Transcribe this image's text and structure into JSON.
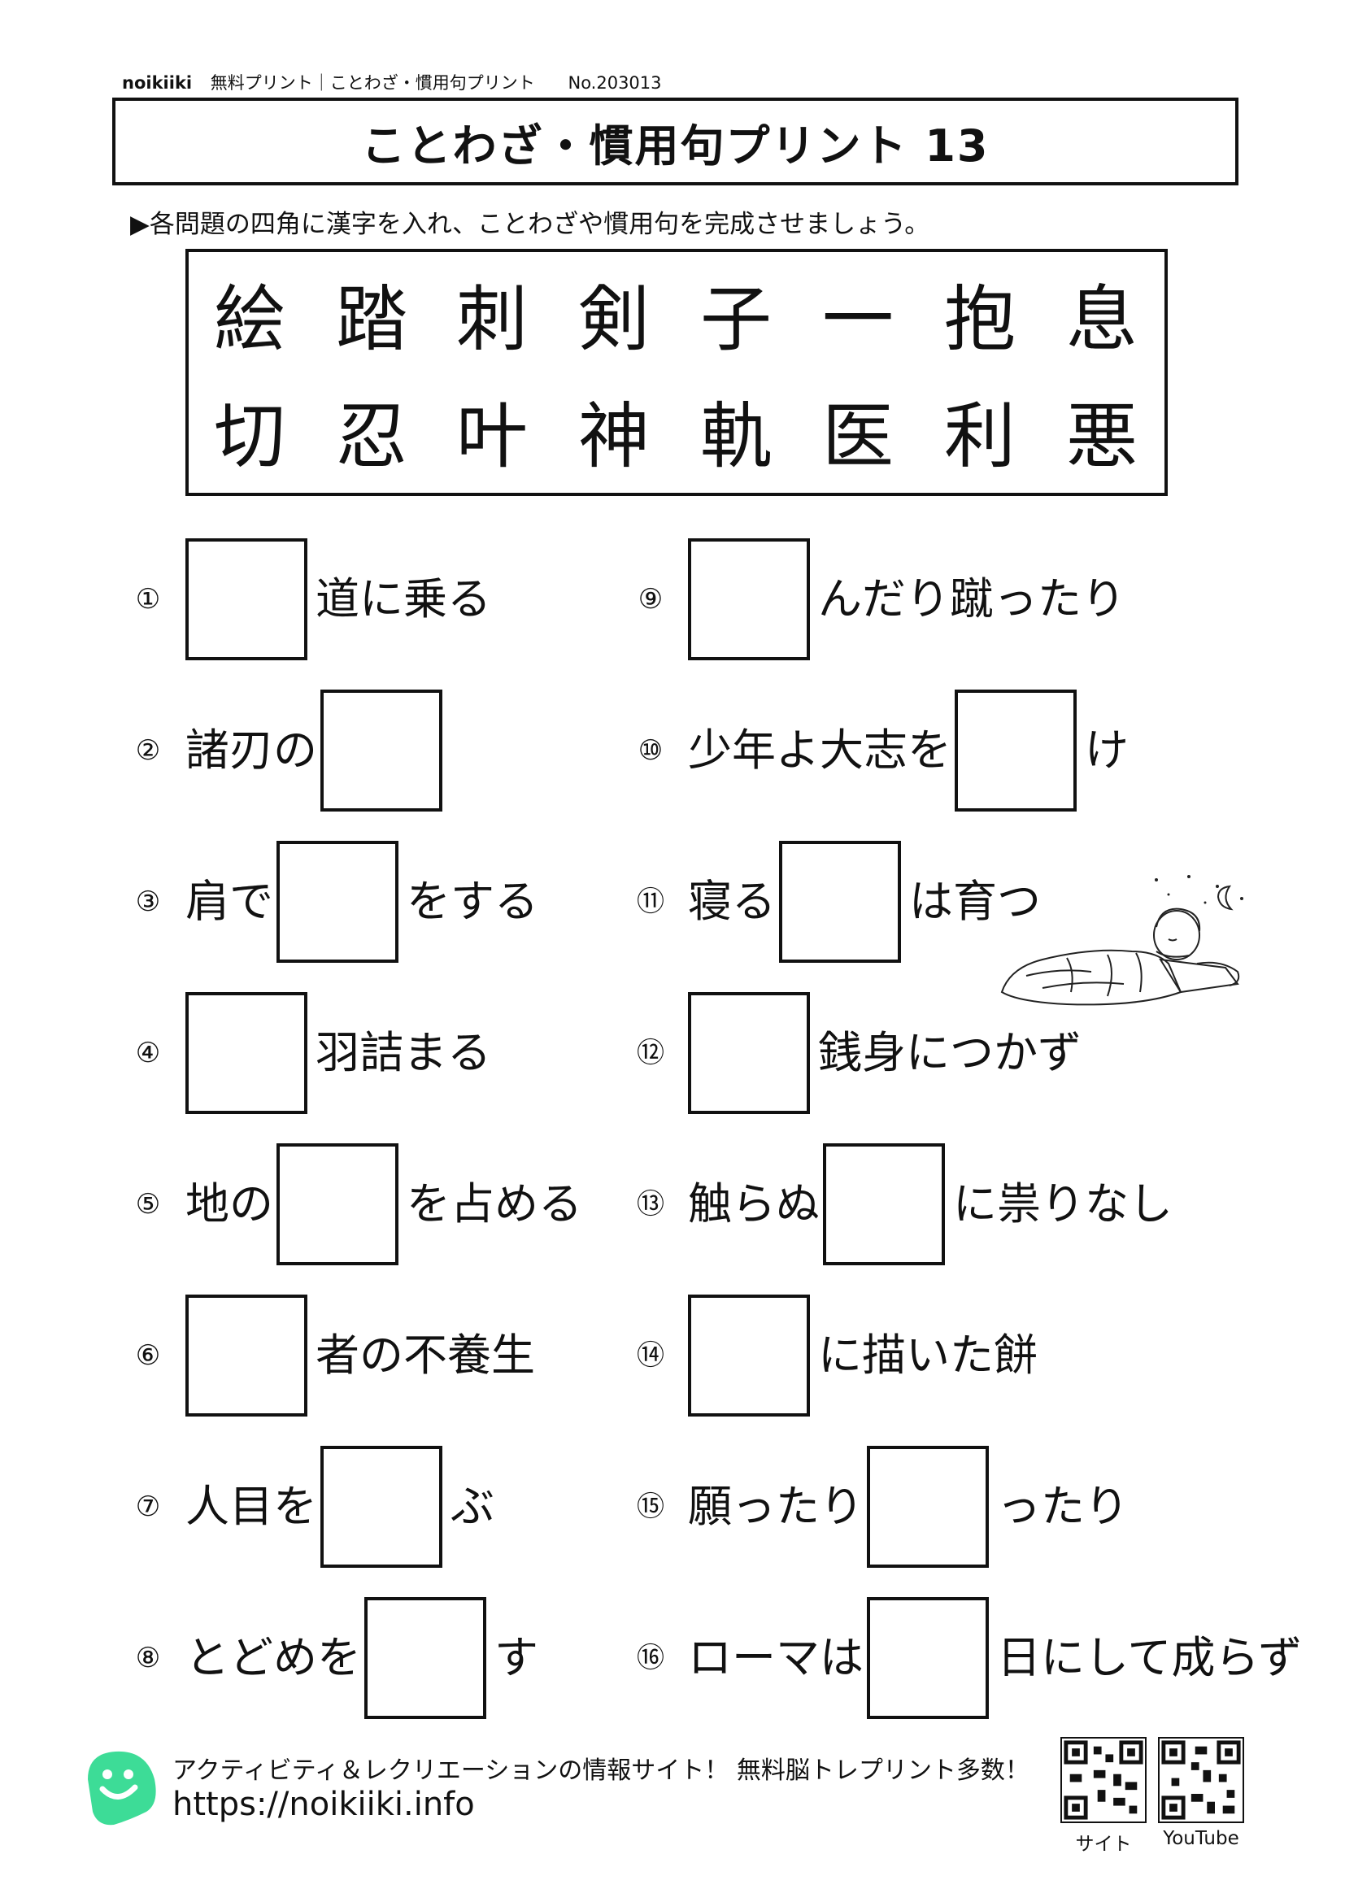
{
  "header": {
    "brand": "noikiiki",
    "category": "無料プリント｜ことわざ・慣用句プリント",
    "number": "No.203013"
  },
  "title": "ことわざ・慣用句プリント 13",
  "instruction": "▶各問題の四角に漢字を入れ、ことわざや慣用句を完成させましょう。",
  "kanji_choices": {
    "row1": [
      "絵",
      "踏",
      "刺",
      "剣",
      "子",
      "一",
      "抱",
      "息"
    ],
    "row2": [
      "切",
      "忍",
      "叶",
      "神",
      "軌",
      "医",
      "利",
      "悪"
    ]
  },
  "questions": [
    {
      "num": "①",
      "before": "",
      "after": "道に乗る"
    },
    {
      "num": "②",
      "before": "諸刃の",
      "after": ""
    },
    {
      "num": "③",
      "before": "肩で",
      "after": "をする"
    },
    {
      "num": "④",
      "before": "",
      "after": "羽詰まる"
    },
    {
      "num": "⑤",
      "before": "地の",
      "after": "を占める"
    },
    {
      "num": "⑥",
      "before": "",
      "after": "者の不養生"
    },
    {
      "num": "⑦",
      "before": "人目を",
      "after": "ぶ"
    },
    {
      "num": "⑧",
      "before": "とどめを",
      "after": "す"
    },
    {
      "num": "⑨",
      "before": "",
      "after": "んだり蹴ったり"
    },
    {
      "num": "⑩",
      "before": "少年よ大志を",
      "after": "け"
    },
    {
      "num": "⑪",
      "before": "寝る",
      "after": "は育つ"
    },
    {
      "num": "⑫",
      "before": "",
      "after": "銭身につかず"
    },
    {
      "num": "⑬",
      "before": "触らぬ",
      "after": "に祟りなし"
    },
    {
      "num": "⑭",
      "before": "",
      "after": "に描いた餅"
    },
    {
      "num": "⑮",
      "before": "願ったり",
      "after": "ったり"
    },
    {
      "num": "⑯",
      "before": "ローマは",
      "after": "日にして成らず"
    }
  ],
  "footer": {
    "tagline": "アクティビティ＆レクリエーションの情報サイト！ 無料脳トレプリント多数！",
    "url": "https://noikiiki.info",
    "qr_site_label": "サイト",
    "qr_youtube_label": "YouTube",
    "logo_color": "#3ddc97"
  }
}
